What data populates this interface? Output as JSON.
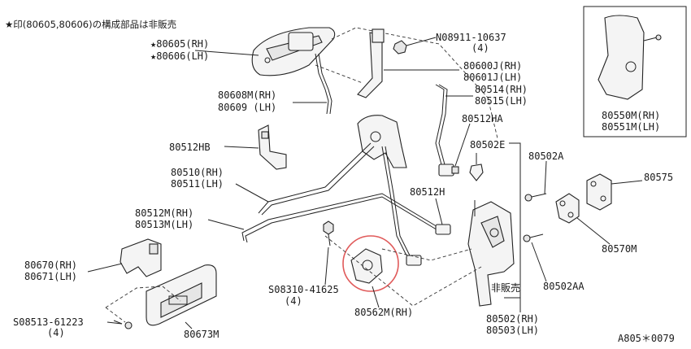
{
  "note": "★印(80605,80606)の構成部品は非販売",
  "diagram_code": "A805＊0079",
  "labels": {
    "p80605": "★80605(RH)",
    "p80606": "★80606(LH)",
    "p08911": "N08911-10637",
    "p08911_qty": "(4)",
    "p80600": "80600J(RH)",
    "p80601": "80601J(LH)",
    "p80608": "80608M(RH)",
    "p80609": "80609  (LH)",
    "p80514": "80514(RH)",
    "p80515": "80515(LH)",
    "p80512ha": "80512HA",
    "p80512hb": "80512HB",
    "p80502e": "80502E",
    "p80502a": "80502A",
    "p80575": "80575",
    "p80510": "80510(RH)",
    "p80511": "80511(LH)",
    "p80512h": "80512H",
    "p80512m": "80512M(RH)",
    "p80513m": "80513M(LH)",
    "p80570m": "80570M",
    "p80550m": "80550M(RH)",
    "p80551m": "80551M(LH)",
    "p80670": "80670(RH)",
    "p80671": "80671(LH)",
    "p08310": "S08310-41625",
    "p08310_qty": "(4)",
    "p80562m": "80562M(RH)",
    "p80502aa": "80502AA",
    "hihanbai": "非販売",
    "p08513": "S08513-61223",
    "p08513_qty": "(4)",
    "p80673m": "80673M",
    "p80502": "80502(RH)",
    "p80503": "80503(LH)"
  }
}
